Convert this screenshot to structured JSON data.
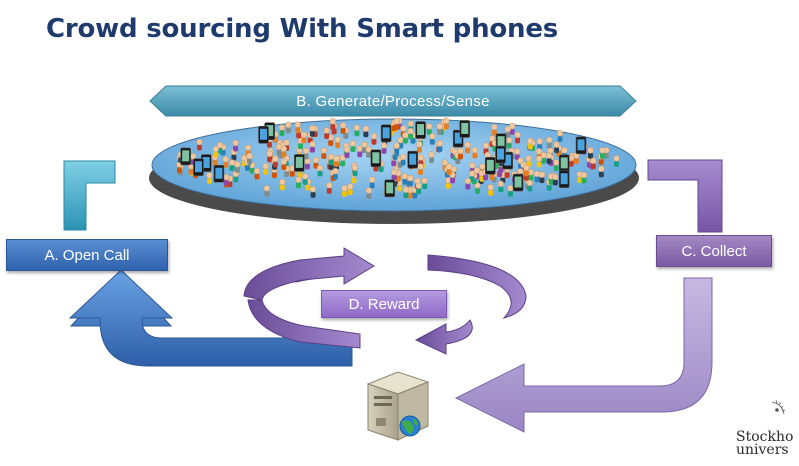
{
  "slide": {
    "title": "Crowd sourcing With Smart phones"
  },
  "diagram": {
    "step_b": "B. Generate/Process/Sense",
    "step_a": "A. Open Call",
    "step_c": "C. Collect",
    "step_d": "D. Reward"
  },
  "footer": {
    "university_line1": "Stockho",
    "university_line2": "univers"
  },
  "colors": {
    "title": "#1f3b6e",
    "teal": "#3aa6c2",
    "purple": "#8e6ac7",
    "blue": "#3d74c2",
    "lavender": "#b6a4d6"
  },
  "icons": [
    "crowd-disc-illustration",
    "server-icon",
    "globe-icon",
    "university-seal-icon"
  ]
}
